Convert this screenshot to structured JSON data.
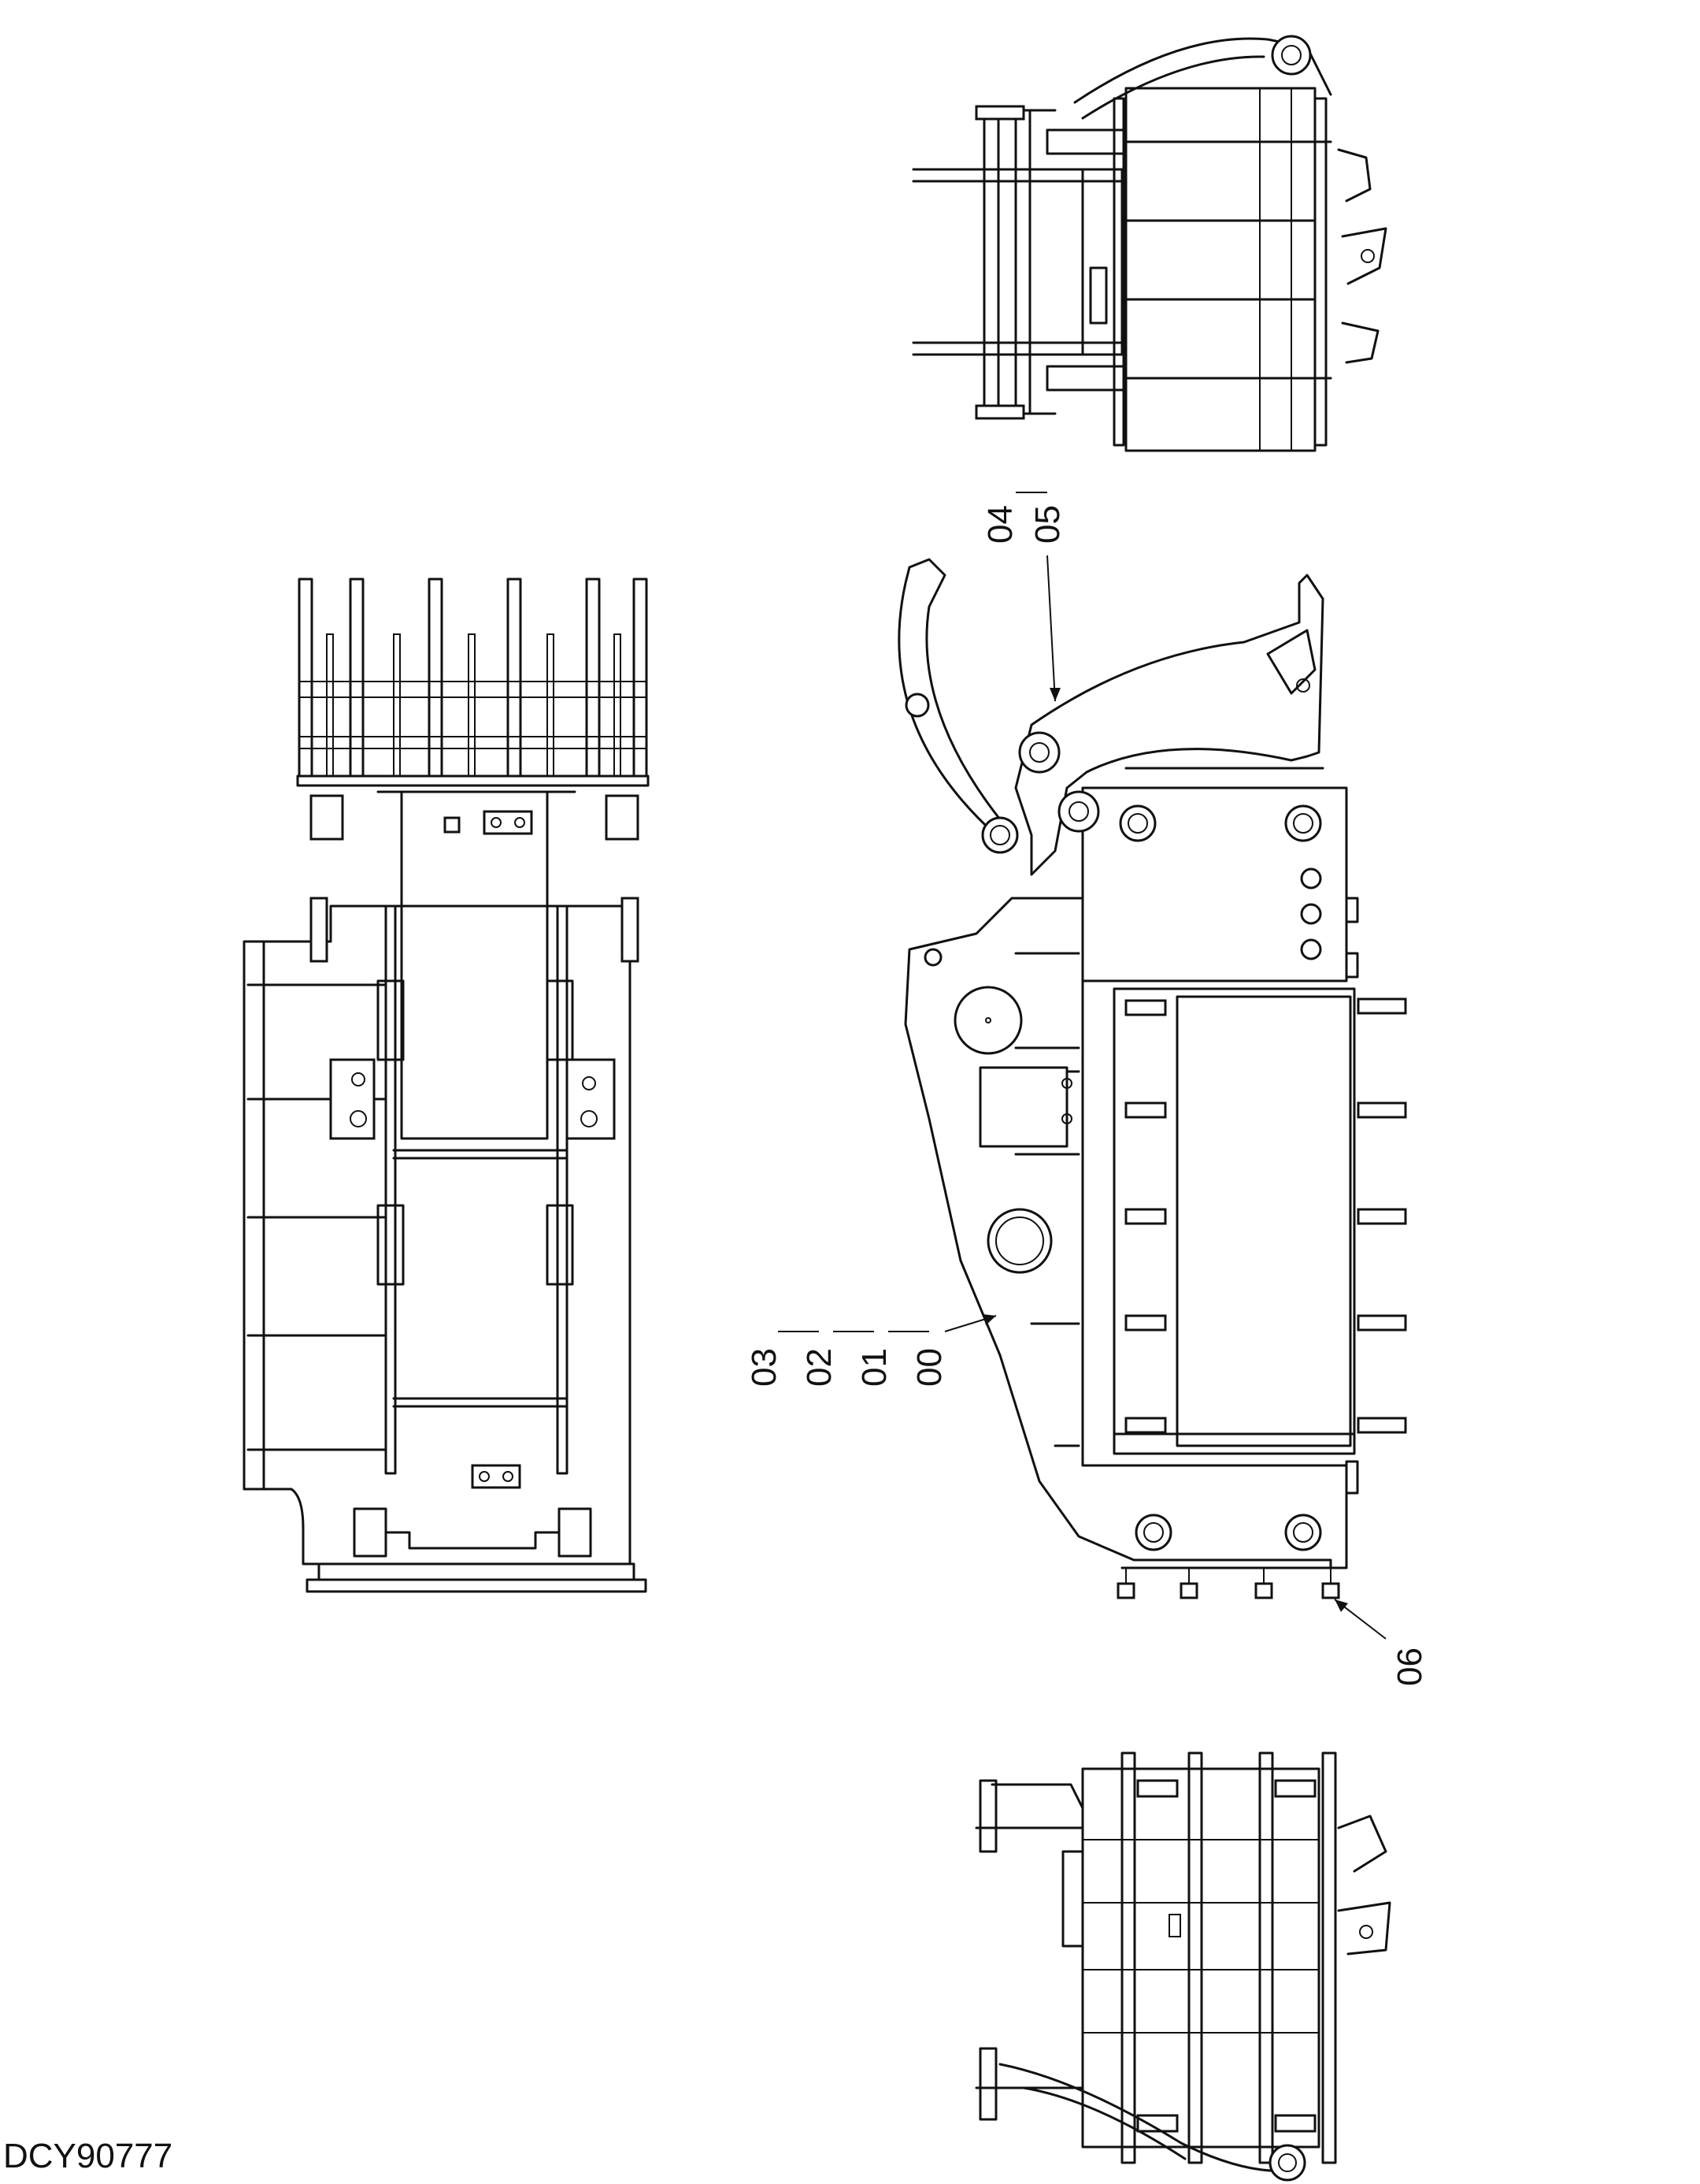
{
  "drawing_code": "DCY90777",
  "callouts": {
    "main_group": [
      "03",
      "02",
      "01",
      "00"
    ],
    "upper_group": [
      "04",
      "05"
    ],
    "lower_single": "06"
  }
}
